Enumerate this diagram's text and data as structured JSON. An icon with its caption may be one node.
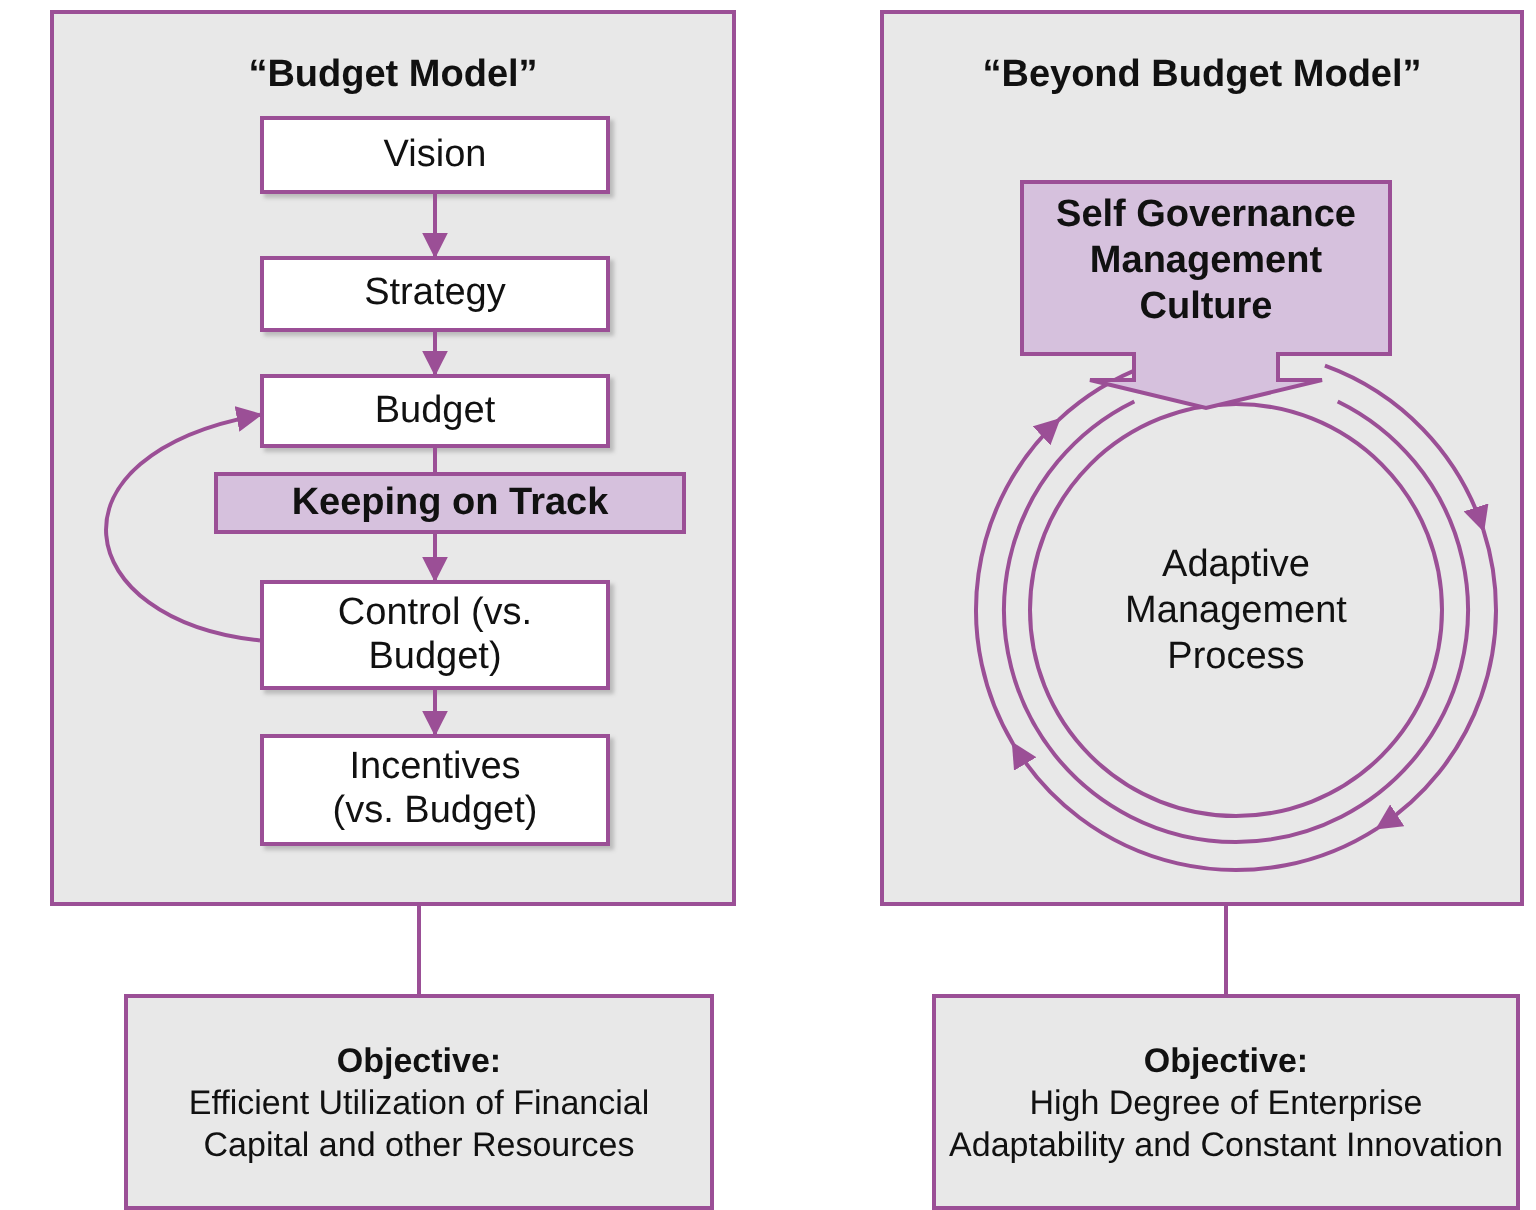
{
  "diagram": {
    "nodes": [
      {
        "text": [
          "“Budget Model”"
        ]
      },
      {
        "text": [
          "Vision"
        ],
        "in": 0
      },
      {
        "text": [
          "Strategy"
        ],
        "in": 0
      },
      {
        "text": [
          "Budget"
        ],
        "in": 0
      },
      {
        "text": [
          "Keeping on Track"
        ],
        "in": 0
      },
      {
        "text": [
          "Control (vs. Budget)"
        ],
        "in": 0
      },
      {
        "text": [
          "Incentives (vs. Budget)"
        ],
        "in": 0
      },
      {
        "text": [
          "“Beyond Budget Model”"
        ]
      },
      {
        "text": [
          "Self Governance Management Culture"
        ],
        "in": 7
      },
      {
        "text": [
          "Adaptive Management Process"
        ],
        "in": 7
      },
      {
        "text": [
          "Objective:",
          "Efficient Utilization of Financial Capital and other Resources"
        ]
      },
      {
        "text": [
          "Objective:",
          "High Degree of Enterprise Adaptability and Constant Innovation"
        ]
      }
    ],
    "edges": [
      {
        "from": 1,
        "to": 2,
        "arrow": "to"
      },
      {
        "from": 2,
        "to": 3,
        "arrow": "to"
      },
      {
        "from": 3,
        "to": 4,
        "arrow": "none"
      },
      {
        "from": 4,
        "to": 5,
        "arrow": "to"
      },
      {
        "from": 5,
        "to": 6,
        "arrow": "to"
      },
      {
        "from": 5,
        "to": 3,
        "arrow": "to"
      },
      {
        "from": 8,
        "to": 9,
        "arrow": "to",
        "style": "thick"
      },
      {
        "from": 0,
        "to": 10,
        "arrow": "none"
      },
      {
        "from": 7,
        "to": 11,
        "arrow": "none"
      }
    ]
  }
}
